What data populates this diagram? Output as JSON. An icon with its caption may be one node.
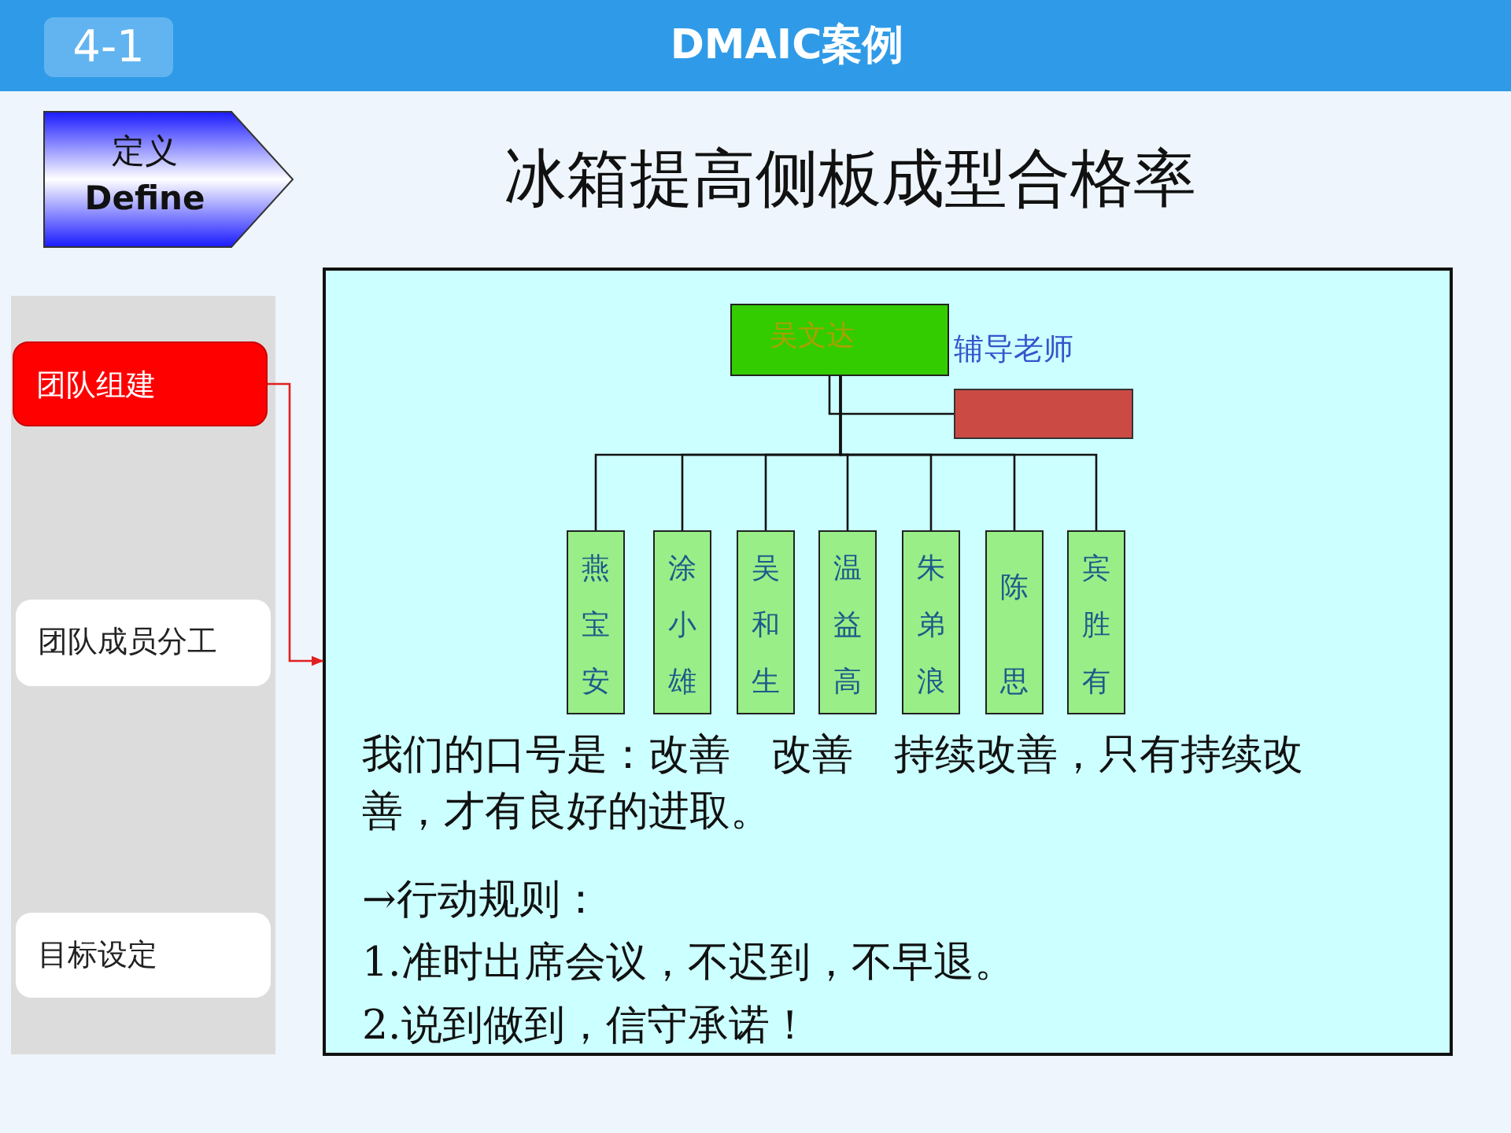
{
  "diagram": {
    "title": "冰箱提高侧板成型合格率",
    "nodes": [
      {
        "text": [
          "4-1"
        ]
      },
      {
        "text": [
          "定义",
          "Define"
        ]
      },
      {
        "text": [
          "团队组建"
        ]
      },
      {
        "text": [
          "团队成员分工"
        ]
      },
      {
        "text": [
          "目标设定"
        ]
      },
      {
        "text": [
          "我们的口号是：改善　改善　持续改善，只有持续改善，才有良好的进取。",
          "→行动规则：",
          "1.准时出席会议，不迟到，不早退。",
          "2.说到做到，信守承诺！"
        ]
      },
      {
        "text": [
          "吴文达"
        ],
        "in": 5
      },
      {
        "text": [],
        "shape": "box",
        "in": 5
      },
      {
        "text": [
          "燕宝安"
        ],
        "in": 5
      },
      {
        "text": [
          "涂小雄"
        ],
        "in": 5
      },
      {
        "text": [
          "吴和生"
        ],
        "in": 5
      },
      {
        "text": [
          "温益高"
        ],
        "in": 5
      },
      {
        "text": [
          "朱弟浪"
        ],
        "in": 5
      },
      {
        "text": [
          "陈思"
        ],
        "in": 5
      },
      {
        "text": [
          "宾胜有"
        ],
        "in": 5
      }
    ],
    "edges": [
      {
        "from": 2,
        "to": 5,
        "arrow": "to",
        "color": "#e02020"
      },
      {
        "from": 6,
        "to": 7,
        "arrow": "none"
      },
      {
        "from": 6,
        "to": 8,
        "arrow": "none"
      },
      {
        "from": 6,
        "to": 9,
        "arrow": "none"
      },
      {
        "from": 6,
        "to": 10,
        "arrow": "none"
      },
      {
        "from": 6,
        "to": 11,
        "arrow": "none"
      },
      {
        "from": 6,
        "to": 12,
        "arrow": "none"
      },
      {
        "from": 6,
        "to": 13,
        "arrow": "none"
      },
      {
        "from": 6,
        "to": 14,
        "arrow": "none"
      }
    ],
    "labels": [
      "DMAIC案例",
      "辅导老师"
    ]
  }
}
